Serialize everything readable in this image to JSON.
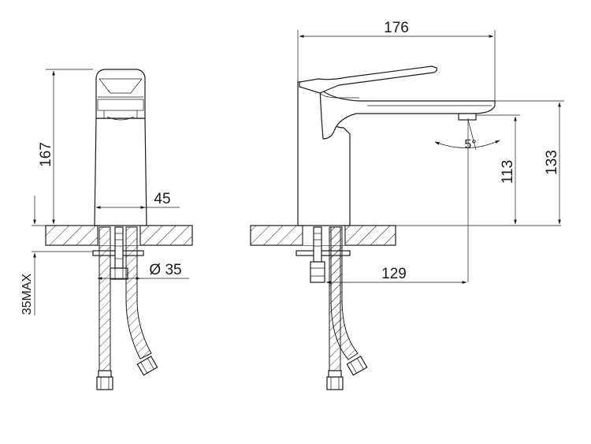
{
  "dimensions": {
    "front_height": "167",
    "front_body_width": "45",
    "hole_diameter": "Ø 35",
    "counter_max": "35MAX",
    "side_length": "176",
    "side_height_spout": "113",
    "side_height_total": "133",
    "spout_reach": "129",
    "spout_angle": "5°"
  }
}
